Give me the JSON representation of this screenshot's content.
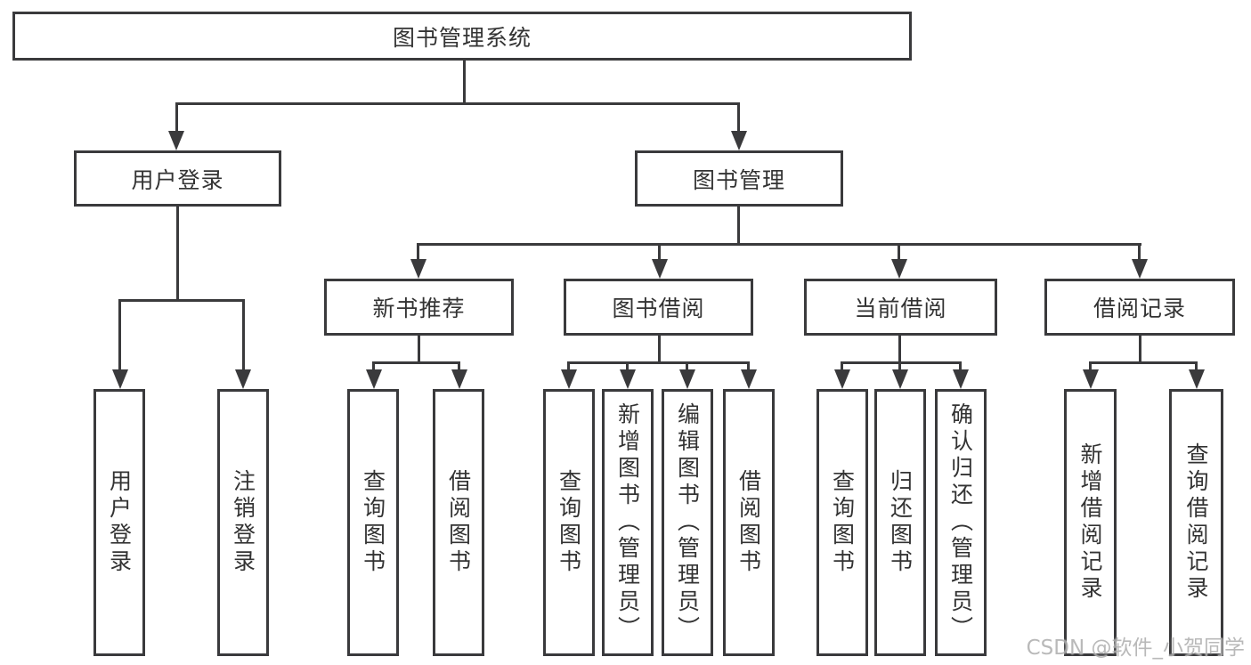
{
  "diagram": {
    "root": {
      "label": "图书管理系统"
    },
    "branches": [
      {
        "label": "用户登录",
        "children": [
          {
            "label": "用户登录"
          },
          {
            "label": "注销登录"
          }
        ]
      },
      {
        "label": "图书管理",
        "children": [
          {
            "label": "新书推荐",
            "children": [
              {
                "label": "查询图书"
              },
              {
                "label": "借阅图书"
              }
            ]
          },
          {
            "label": "图书借阅",
            "children": [
              {
                "label": "查询图书"
              },
              {
                "label": "新增图书（管理员）"
              },
              {
                "label": "编辑图书（管理员）"
              },
              {
                "label": "借阅图书"
              }
            ]
          },
          {
            "label": "当前借阅",
            "children": [
              {
                "label": "查询图书"
              },
              {
                "label": "归还图书"
              },
              {
                "label": "确认归还（管理员）"
              }
            ]
          },
          {
            "label": "借阅记录",
            "children": [
              {
                "label": "新增借阅记录"
              },
              {
                "label": "查询借阅记录"
              }
            ]
          }
        ]
      }
    ]
  },
  "watermark": {
    "text": "CSDN @软件_小贺同学"
  },
  "colors": {
    "line": "#3a3a3c",
    "text": "#333333",
    "background": "#ffffff",
    "watermark": "#b0b0b0"
  }
}
